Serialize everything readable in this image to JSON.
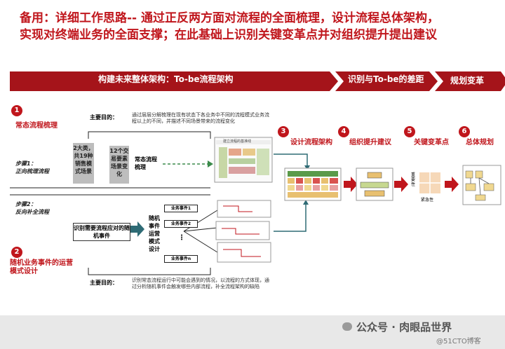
{
  "title": {
    "line1": "备用：详细工作思路-- 通过正反两方面对流程的全面梳理，设计流程总体架构，",
    "line2": "实现对终端业务的全面支撑；在此基础上识别关键变革点并对组织提升提出建议"
  },
  "banner": {
    "seg1": "构建未来整体架构：To-be流程架构",
    "seg2": "识别与To-be的差距",
    "seg3": "规划变革"
  },
  "phases": {
    "p1": {
      "num": "1",
      "label": "常态流程梳理"
    },
    "p2": {
      "num": "2",
      "label": "随机业务事件的运营模式设计"
    },
    "p3": {
      "num": "3",
      "label": "设计流程架构"
    },
    "p4": {
      "num": "4",
      "label": "组织提升建议"
    },
    "p5": {
      "num": "5",
      "label": "关键变革点"
    },
    "p6": {
      "num": "6",
      "label": "总体规划"
    }
  },
  "upper": {
    "purpose_label": "主要目的：",
    "purpose_text": "通过层层分解梳理在现有状态下各业务中不同的流程模式业务流程以上的不同，并描述不同场景带来的流程变化",
    "step_label": "步骤1：",
    "step_text": "正向梳理流程",
    "box1": "2大类，共19种销售模式场景",
    "box2": "12个交易要素场景变化",
    "box3": "常态流程梳理",
    "thumb_title": "建立流程的基准线"
  },
  "lower": {
    "step_label": "步骤2：",
    "step_text": "反向补全流程",
    "identify_box": "识别需要流程应对的随机事件",
    "model_box": "随机事件运营模式设计",
    "events": [
      "业务事件1",
      "业务事件2",
      "业务事件n"
    ],
    "dots": "⋮",
    "purpose_label": "主要目的：",
    "purpose_text": "识别常态流程运行中可能会遇到的情况，以流程的方式体现，通过分析随机事件会触发哪些内部流程，补全流程架构的缺陷"
  },
  "matrix": {
    "y_label": "重要性",
    "x_label": "紧急性"
  },
  "watermark": {
    "wechat": "公众号 · 肉眼品世界",
    "blog": "@51CTO博客"
  },
  "colors": {
    "accent": "#c0161c",
    "green": "#3a8a4a"
  }
}
